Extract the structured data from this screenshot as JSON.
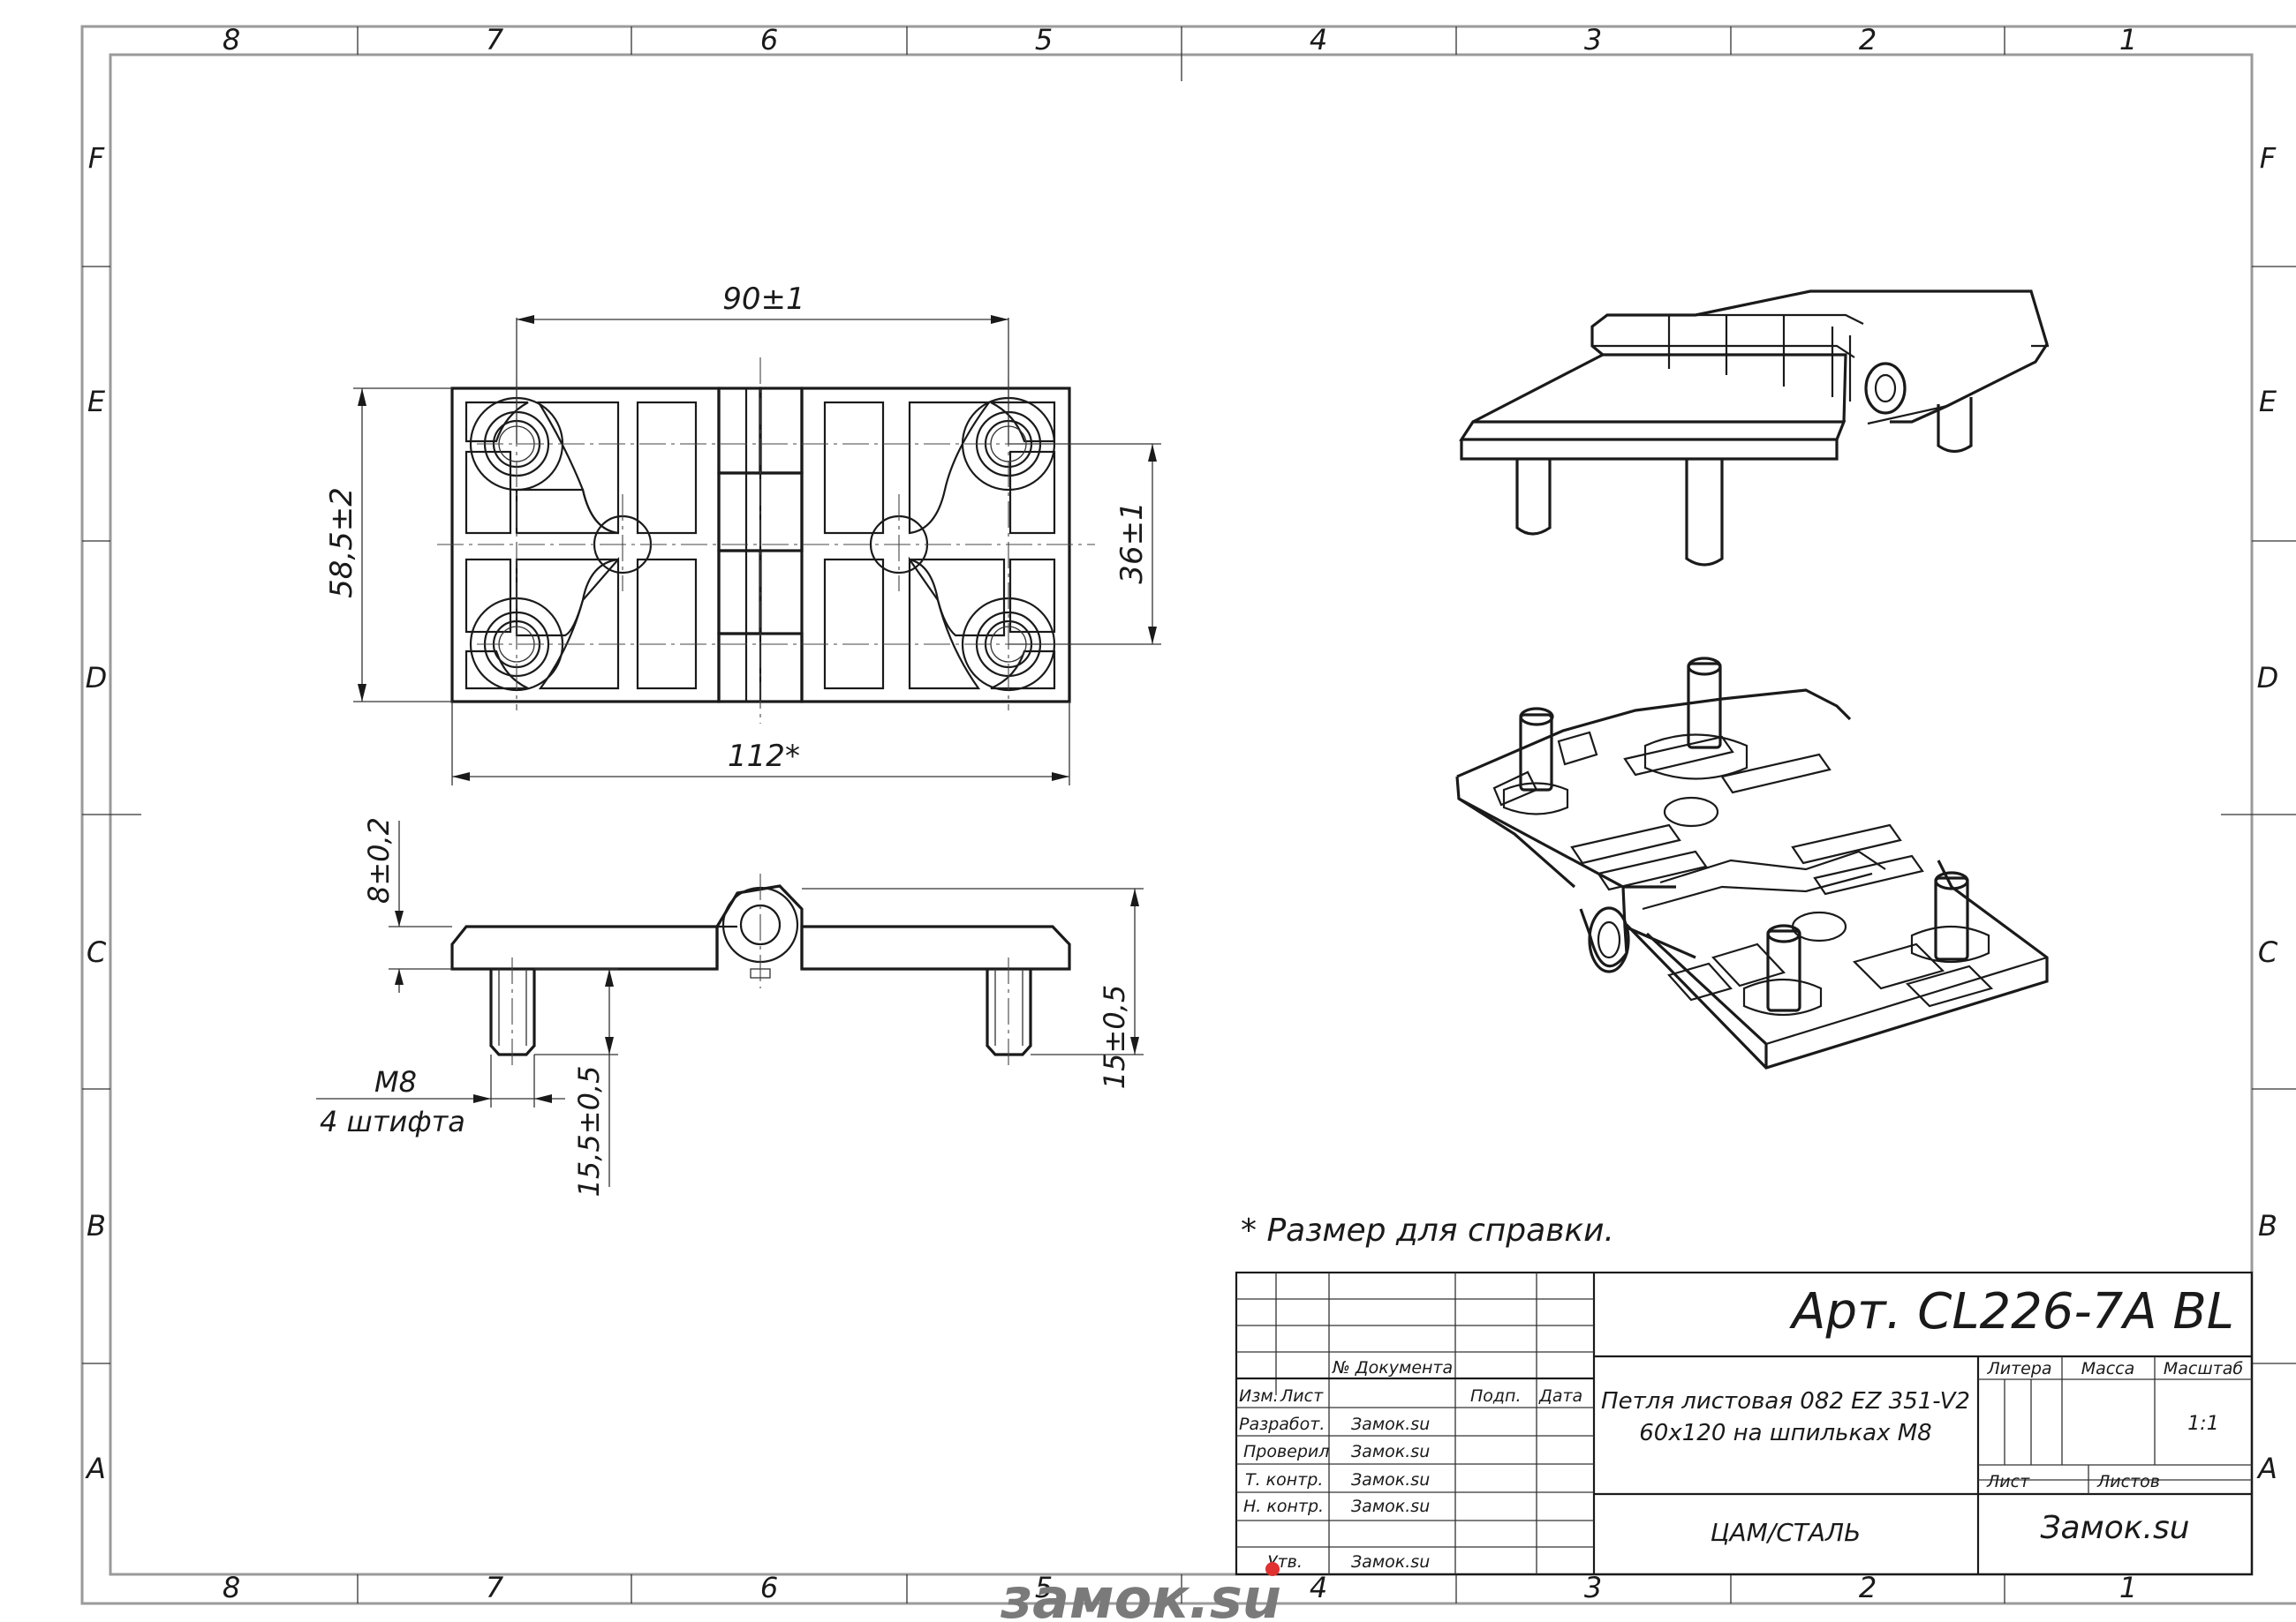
{
  "zone_labels": {
    "columns": [
      "8",
      "7",
      "6",
      "5",
      "4",
      "3",
      "2",
      "1"
    ],
    "rows": [
      "F",
      "E",
      "D",
      "C",
      "B",
      "A"
    ]
  },
  "dimensions": {
    "top_width": "90±1",
    "left_height": "58,5±2",
    "right_height": "36±1",
    "bottom_width": "112*",
    "leaf_thickness": "8±0,2",
    "pin_height": "15±0,5",
    "pin_length": "15,5±0,5",
    "thread": "M8",
    "thread_count": "4  штифта"
  },
  "note": "* Размер для справки.",
  "title_block": {
    "article": "Арт. CL226-7A BL",
    "description_line1": "Петля листовая 082 EZ 351-V2",
    "description_line2": "60х120 на шпильках М8",
    "material": "ЦАМ/СТАЛЬ",
    "company": "Замок.su",
    "scale_label": "Масштаб",
    "scale_value": "1:1",
    "mass_label": "Масса",
    "litera_label": "Литера",
    "sheet_label": "Лист",
    "sheets_label": "Листов",
    "header_doc": "№ Документа",
    "header_izm": "Изм.",
    "header_list": "Лист",
    "header_sign": "Подп.",
    "header_date": "Дата",
    "rows": [
      {
        "role": "Разработ.",
        "name": "Замок.su"
      },
      {
        "role": "Проверил",
        "name": "Замок.su"
      },
      {
        "role": "Т. контр.",
        "name": "Замок.su"
      },
      {
        "role": "Н. контр.",
        "name": "Замок.su"
      },
      {
        "role": "Утв.",
        "name": "Замок.su"
      }
    ]
  },
  "watermark": "замок.su",
  "colors": {
    "line": "#1a1a1a",
    "frame": "#9a9a9a",
    "watermark": "#7a7a7a",
    "watermark_accent": "#e03030"
  }
}
